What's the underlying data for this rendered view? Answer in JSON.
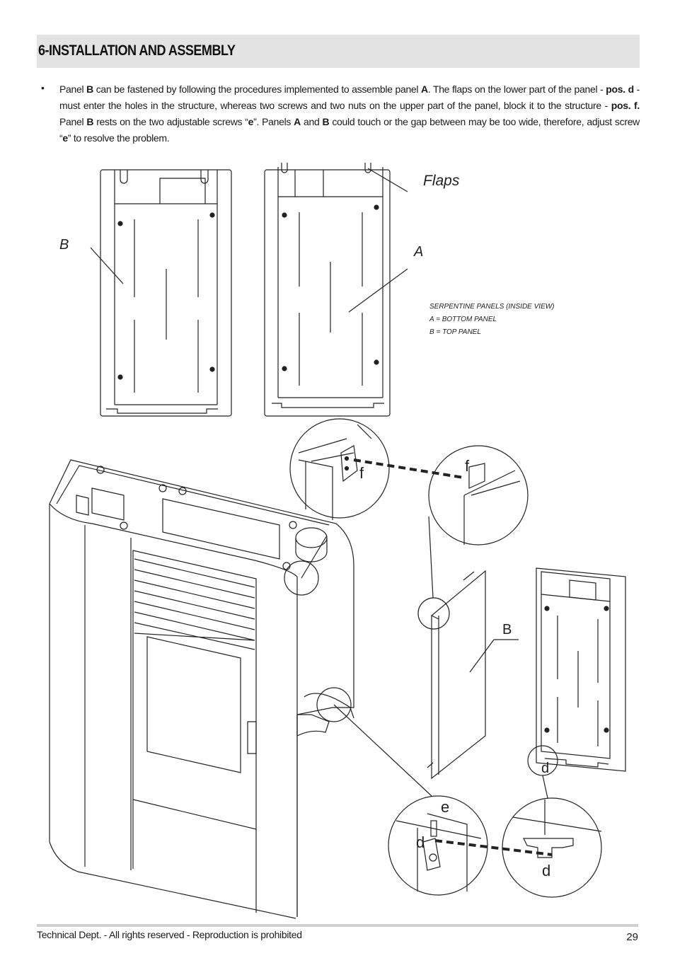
{
  "header": {
    "title": "6-INSTALLATION AND ASSEMBLY"
  },
  "body": {
    "bullet": "•",
    "p": [
      "Panel ",
      "B",
      " can be fastened by following the procedures implemented to assemble panel ",
      "A",
      ". The flaps on the lower part of the panel - ",
      "pos. d",
      " - must enter the holes in the structure, whereas two screws and two nuts on the upper part of the panel, block it to the structure - ",
      "pos. f.",
      " Panel ",
      "B",
      " rests on the two adjustable screws “",
      "e",
      "”. Panels ",
      "A",
      " and ",
      "B",
      " could touch or the gap between may be too wide, therefore, adjust screw “",
      "e",
      "” to resolve the problem."
    ]
  },
  "figure": {
    "label_flaps": "Flaps",
    "label_b_top": "B",
    "label_a_top": "A",
    "legend": [
      "SERPENTINE PANELS (INSIDE VIEW)",
      "A = BOTTOM PANEL",
      "B = TOP PANEL"
    ],
    "label_f_left": "f",
    "label_f_right": "f",
    "label_b_panel": "B",
    "label_d_panel": "d",
    "label_e": "e",
    "label_d_left": "d",
    "label_d_right": "d"
  },
  "footer": {
    "text": "Technical Dept. - All rights reserved - Reproduction is prohibited",
    "page_number": "29"
  }
}
